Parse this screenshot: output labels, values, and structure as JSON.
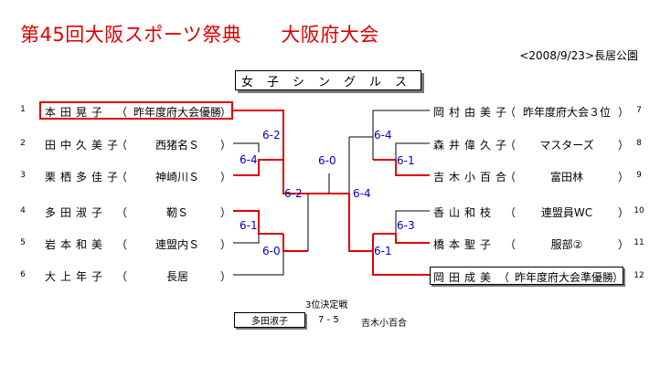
{
  "header": {
    "title": "第45回大阪スポーツ祭典　　大阪府大会",
    "date_venue": "<2008/9/23>長居公園",
    "event": "女子シングルス"
  },
  "players": [
    {
      "seed": "1",
      "name": "本田晃子",
      "club": "昨年度府大会優勝"
    },
    {
      "seed": "2",
      "name": "田中久美子",
      "club": "西猪名Ｓ"
    },
    {
      "seed": "3",
      "name": "栗栖多佳子",
      "club": "神崎川Ｓ"
    },
    {
      "seed": "4",
      "name": "多田淑子",
      "club": "靭Ｓ"
    },
    {
      "seed": "5",
      "name": "岩本和美",
      "club": "連盟内Ｓ"
    },
    {
      "seed": "6",
      "name": "大上年子",
      "club": "長居"
    },
    {
      "seed": "7",
      "name": "岡村由美子",
      "club": "昨年度府大会３位"
    },
    {
      "seed": "8",
      "name": "森井偉久子",
      "club": "マスターズ"
    },
    {
      "seed": "9",
      "name": "吉木小百合",
      "club": "富田林"
    },
    {
      "seed": "10",
      "name": "香山和枝",
      "club": "連盟員WC"
    },
    {
      "seed": "11",
      "name": "橋本聖子",
      "club": "服部②"
    },
    {
      "seed": "12",
      "name": "岡田成美",
      "club": "昨年度府大会準優勝"
    }
  ],
  "scores": {
    "l_r1_top": "6-4",
    "l_r1_bot": "6-1",
    "l_r2_top": "6-2",
    "l_r2_bot": "6-0",
    "l_semi": "6-2",
    "final": "6-0",
    "r_semi": "6-4",
    "r_r2_top": "6-4",
    "r_r2_bot": "6-1",
    "r_r1_top": "6-1",
    "r_r1_bot": "6-3"
  },
  "third_place": {
    "title": "3位決定戦",
    "winner": "多田淑子",
    "score": "7 - 5",
    "loser": "吉木小百合"
  },
  "colors": {
    "win_line": "#e00000",
    "line": "#000000",
    "score": "#0000cc"
  }
}
